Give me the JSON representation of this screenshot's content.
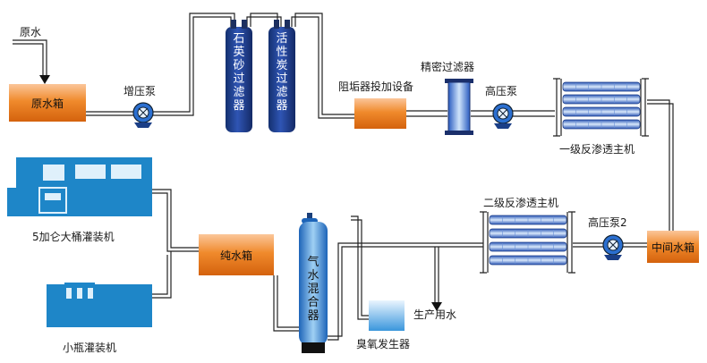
{
  "labels": {
    "raw_water": "原水",
    "raw_water_tank": "原水箱",
    "booster_pump": "增压泵",
    "sand_filter": "石英砂过滤器",
    "carbon_filter": "活性炭过滤器",
    "antiscalant_dosing": "阻垢器投加设备",
    "precision_filter": "精密过滤器",
    "high_pressure_pump": "高压泵",
    "primary_ro": "一级反渗透主机",
    "intermediate_tank": "中间水箱",
    "high_pressure_pump_2": "高压泵2",
    "secondary_ro": "二级反渗透主机",
    "pure_water_tank": "纯水箱",
    "gas_water_mixer": "气水混合器",
    "ozone_generator": "臭氧发生器",
    "production_water": "生产用水",
    "bucket_filler": "5加仑大桶灌装机",
    "bottle_filler": "小瓶灌装机"
  },
  "colors": {
    "tank_orange": "#f07d1e",
    "filter_blue": "#1f3d8f",
    "machine_blue": "#1e86c8",
    "membrane_blue": "#4f7fd0",
    "pipe": "#222222"
  }
}
